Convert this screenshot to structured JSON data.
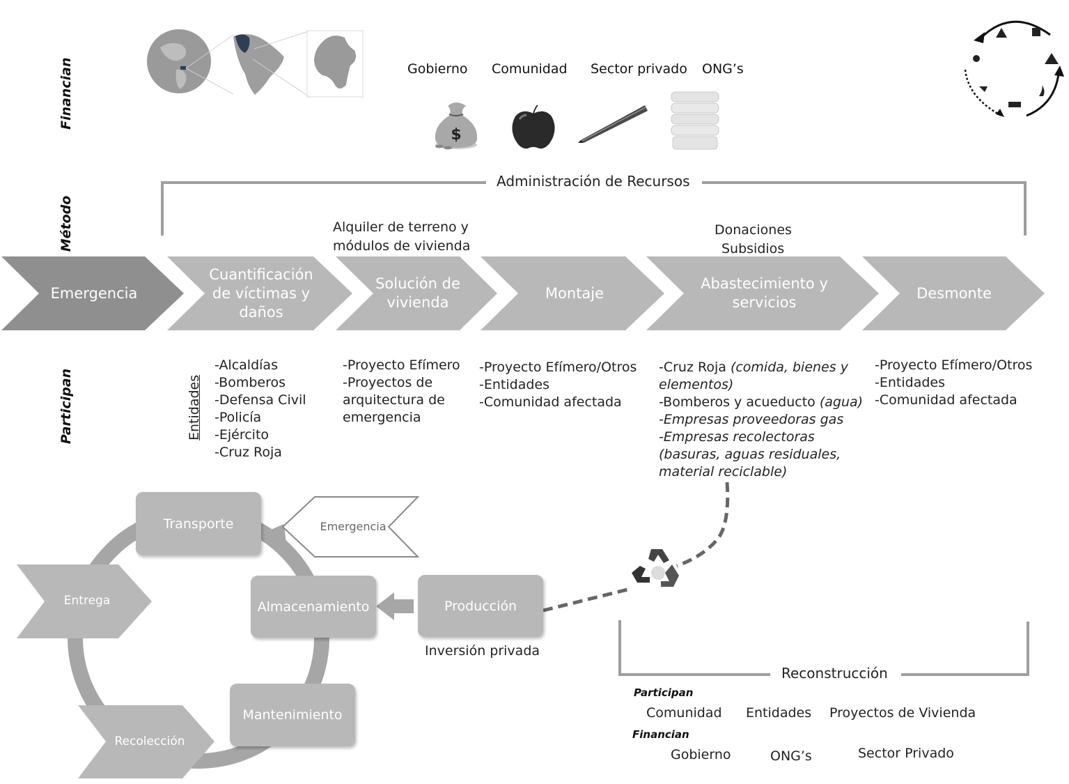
{
  "side_labels": {
    "financian": "Financian",
    "metodo": "Método",
    "participan": "Participan"
  },
  "funders": [
    "Gobierno",
    "Comunidad",
    "Sector privado",
    "ONG’s"
  ],
  "admin_label": "Administración de Recursos",
  "method_notes": {
    "rent": [
      "Alquiler de terreno y",
      "módulos de vivienda"
    ],
    "donations": [
      "Donaciones",
      "Subsidios"
    ]
  },
  "stages": [
    {
      "lines": [
        "Emergencia"
      ]
    },
    {
      "lines": [
        "Cuantificación",
        "de víctimas y",
        "daños"
      ]
    },
    {
      "lines": [
        "Solución de",
        "vivienda"
      ]
    },
    {
      "lines": [
        "Montaje"
      ]
    },
    {
      "lines": [
        "Abastecimiento y",
        "servicios"
      ]
    },
    {
      "lines": [
        "Desmonte"
      ]
    }
  ],
  "entidades_label": "Entidades",
  "participants": {
    "entities": [
      "-Alcaldías",
      "-Bomberos",
      "-Defensa Civil",
      "-Policía",
      "-Ejército",
      "-Cruz Roja"
    ],
    "solution": [
      "-Proyecto Efímero",
      "-Proyectos de",
      "arquitectura de",
      "emergencia"
    ],
    "montaje": [
      "-Proyecto Efímero/Otros",
      "-Entidades",
      "-Comunidad afectada"
    ],
    "supply_1": "-Cruz Roja ",
    "supply_1_it": "(comida, bienes y",
    "supply_2_it": "elementos)",
    "supply_3": "-Bomberos y acueducto ",
    "supply_3_it": "(agua)",
    "supply_4_it": "-Empresas proveedoras gas",
    "supply_5_it": "-Empresas recolectoras",
    "supply_6_it": "(basuras, aguas residuales,",
    "supply_7_it": "material reciclable)",
    "desmonte": [
      "-Proyecto Efímero/Otros",
      "-Entidades",
      "-Comunidad afectada"
    ]
  },
  "cycle": {
    "transporte": "Transporte",
    "emergencia": "Emergencia",
    "entrega": "Entrega",
    "almacenamiento": "Almacenamiento",
    "produccion": "Producción",
    "inversion": "Inversión privada",
    "mantenimiento": "Mantenimiento",
    "recoleccion": "Recolección"
  },
  "reconstruction": {
    "title": "Reconstrucción",
    "participan_label": "Participan",
    "participants": [
      "Comunidad",
      "Entidades",
      "Proyectos de Vivienda"
    ],
    "financian_label": "Financian",
    "funders": [
      "Gobierno",
      "ONG’s",
      "Sector Privado"
    ]
  },
  "colors": {
    "chevron_dark": "#8f8f8f",
    "chevron_light": "#b8b8b8",
    "box": "#b8b8b8",
    "ring": "#a6a6a6"
  }
}
